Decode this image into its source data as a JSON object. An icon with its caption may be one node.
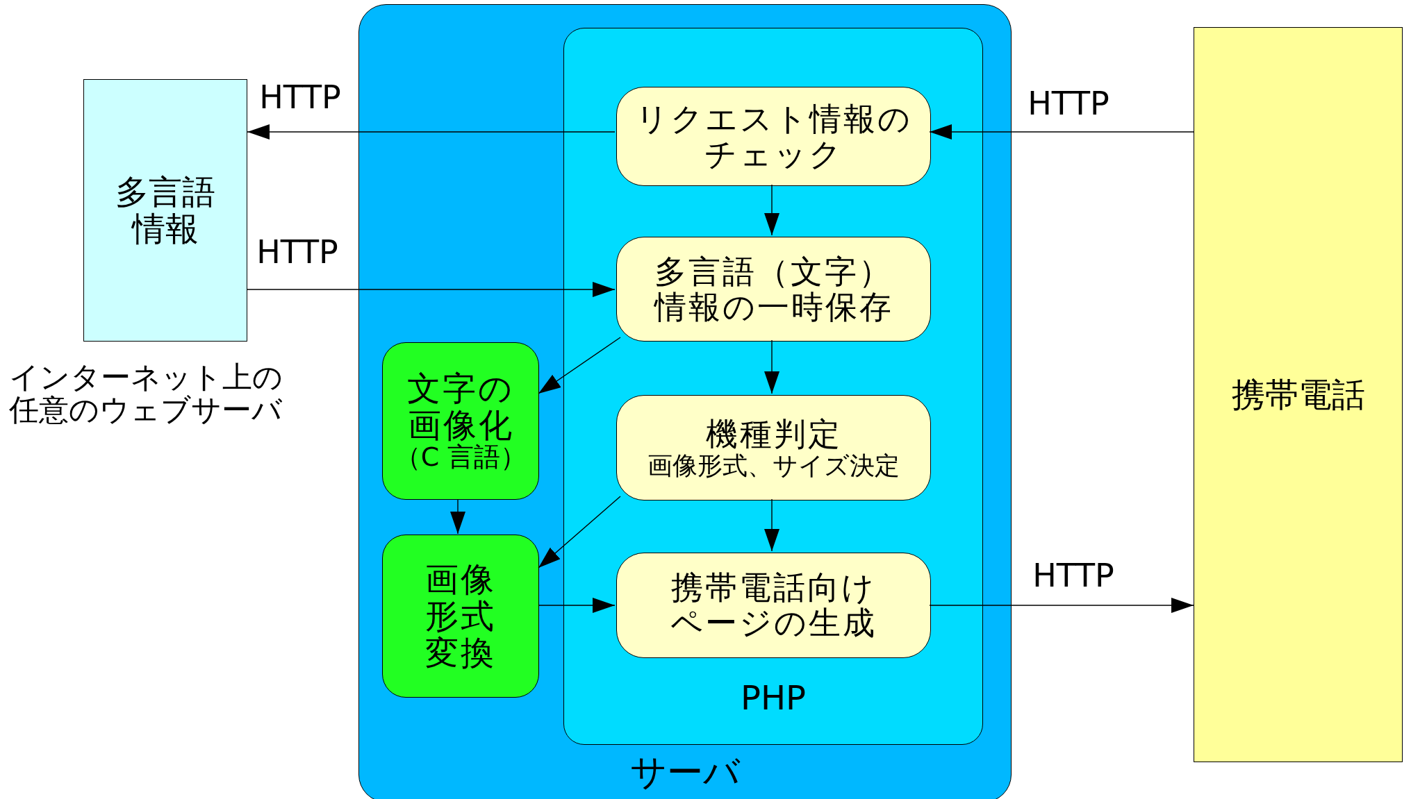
{
  "diagram": {
    "nodes": [
      {
        "text": [
          "多言語情報"
        ],
        "beside": [
          "インターネット上の任意のウェブサーバ"
        ]
      },
      {
        "text": [
          "サーバ"
        ]
      },
      {
        "text": [
          "PHP"
        ],
        "in": 1
      },
      {
        "text": [
          "リクエスト情報のチェック"
        ],
        "in": 2
      },
      {
        "text": [
          "多言語（文字）情報の一時保存"
        ],
        "in": 2
      },
      {
        "text": [
          "文字の画像化",
          "（C 言語）"
        ],
        "in": 1
      },
      {
        "text": [
          "機種判定",
          "画像形式、サイズ決定"
        ],
        "in": 2
      },
      {
        "text": [
          "画像形式変換"
        ],
        "in": 1
      },
      {
        "text": [
          "携帯電話向けページの生成"
        ],
        "in": 2
      },
      {
        "text": [
          "携帯電話"
        ]
      }
    ],
    "edges": [
      {
        "from": 3,
        "to": 0,
        "arrow": "to",
        "label": "HTTP"
      },
      {
        "from": 0,
        "to": 4,
        "arrow": "to",
        "label": "HTTP"
      },
      {
        "from": 9,
        "to": 3,
        "arrow": "to",
        "label": "HTTP"
      },
      {
        "from": 3,
        "to": 4,
        "arrow": "to"
      },
      {
        "from": 4,
        "to": 6,
        "arrow": "to"
      },
      {
        "from": 6,
        "to": 8,
        "arrow": "to"
      },
      {
        "from": 4,
        "to": 5,
        "arrow": "to"
      },
      {
        "from": 5,
        "to": 7,
        "arrow": "to"
      },
      {
        "from": 6,
        "to": 7,
        "arrow": "to"
      },
      {
        "from": 7,
        "to": 8,
        "arrow": "to"
      },
      {
        "from": 8,
        "to": 9,
        "arrow": "to",
        "label": "HTTP"
      }
    ]
  }
}
